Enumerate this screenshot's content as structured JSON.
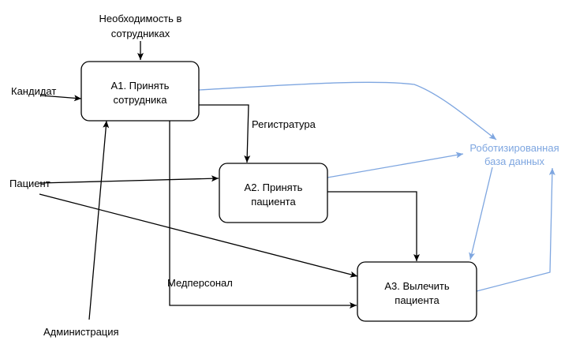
{
  "boxes": {
    "a1": {
      "line1": "А1. Принять",
      "line2": "сотрудника"
    },
    "a2": {
      "line1": "А2. Принять",
      "line2": "пациента"
    },
    "a3": {
      "line1": "А3. Вылечить",
      "line2": "пациента"
    }
  },
  "labels": {
    "need_line1": "Необходимость в",
    "need_line2": "сотрудниках",
    "candidate": "Кандидат",
    "registry": "Регистратура",
    "patient": "Пациент",
    "medstaff": "Медперсонал",
    "administration": "Администрация"
  },
  "database": {
    "line1": "Роботизированная",
    "line2": "база данных",
    "color": "#7ea6e0"
  },
  "colors": {
    "stroke": "#000000",
    "db_link": "#7ea6e0"
  }
}
